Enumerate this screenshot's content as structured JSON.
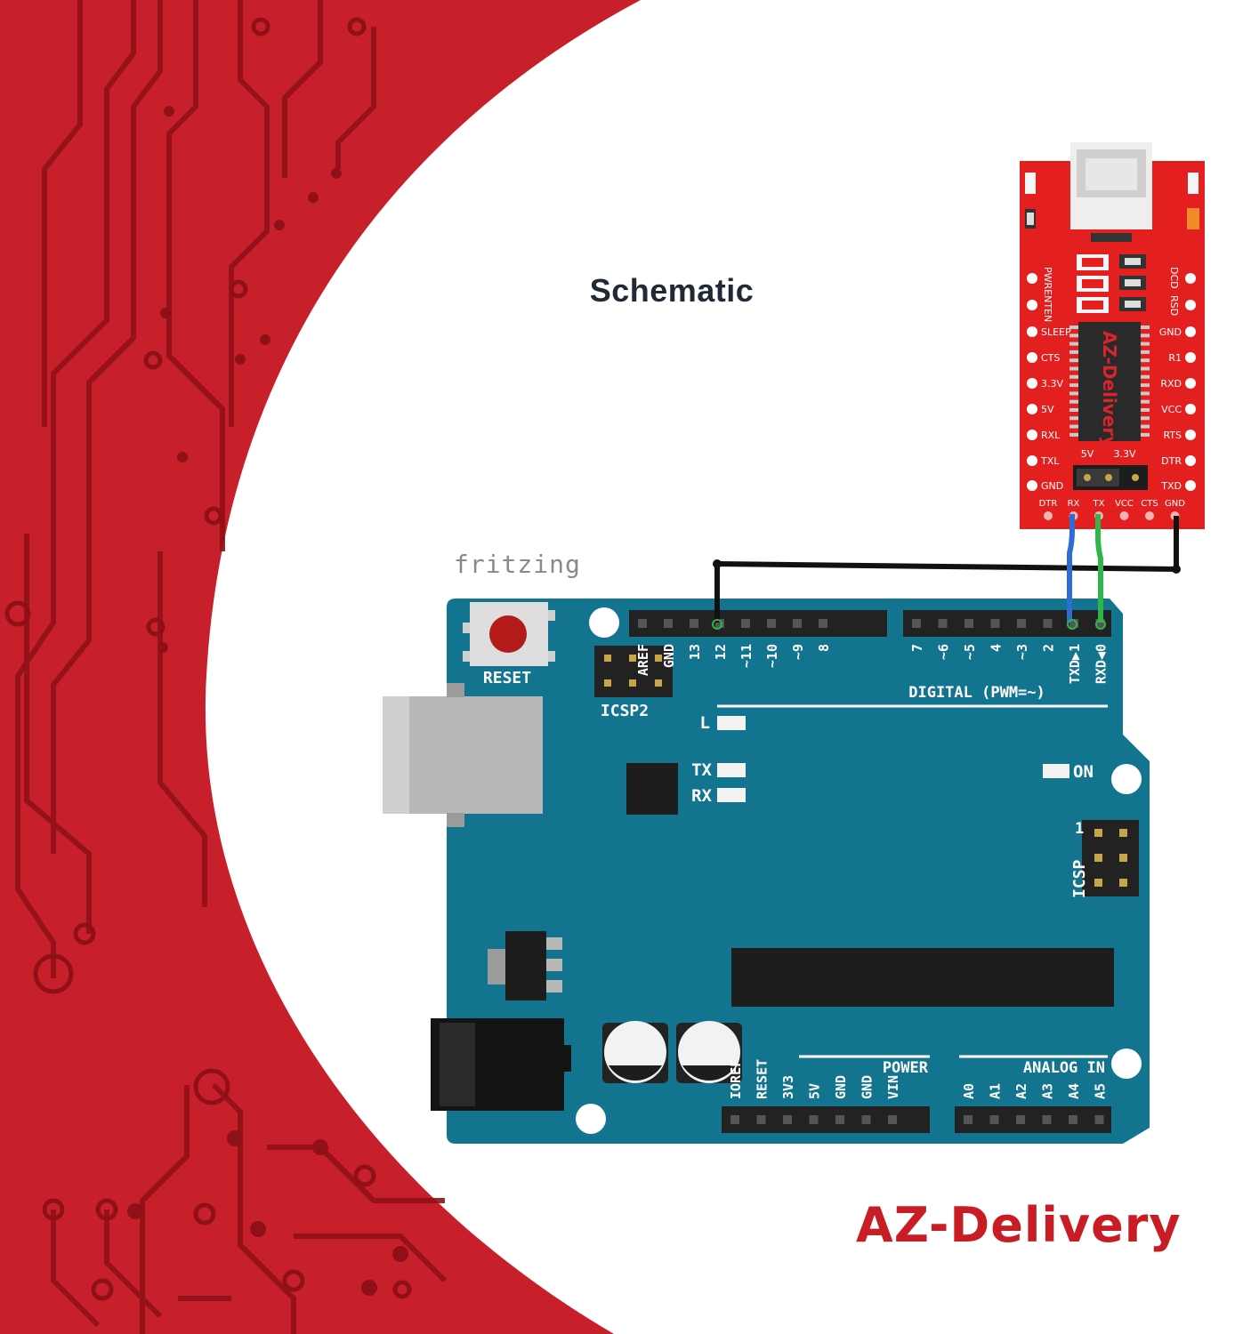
{
  "title": "Schematic",
  "fritzing": "fritzing",
  "logo_text": "AZ-Delivery",
  "colors": {
    "red": "#c8202a",
    "board": "#13748f",
    "module": "#e3201f",
    "wire_rx": "#2f6bd1",
    "wire_tx": "#2fb54a",
    "wire_gnd": "#111111"
  },
  "arduino": {
    "reset_label": "RESET",
    "icsp2_label": "ICSP2",
    "icsp_label": "ICSP",
    "icsp_pin1": "1",
    "led_l": "L",
    "led_tx": "TX",
    "led_rx": "RX",
    "led_on": "ON",
    "digital_label": "DIGITAL (PWM=~)",
    "power_label": "POWER",
    "analog_label": "ANALOG IN",
    "header_left_pins": [
      "AREF",
      "GND",
      "13",
      "12",
      "~11",
      "~10",
      "~9",
      "8"
    ],
    "header_right_pins": [
      "7",
      "~6",
      "~5",
      "4",
      "~3",
      "2",
      "TXD▶1",
      "RXD◀0"
    ],
    "power_pins": [
      "IOREF",
      "RESET",
      "3V3",
      "5V",
      "GND",
      "GND",
      "VIN"
    ],
    "analog_pins": [
      "A0",
      "A1",
      "A2",
      "A3",
      "A4",
      "A5"
    ]
  },
  "ftdi": {
    "chip_text": "AZ-Delivery",
    "left_labels": [
      "PWRENTEN",
      "SLEEP",
      "CTS",
      "3.3V",
      "5V",
      "RXL",
      "TXL",
      "GND"
    ],
    "right_labels": [
      "DCD",
      "RSD",
      "GND",
      "R1",
      "RXD",
      "VCC",
      "RTS",
      "DTR",
      "TXD"
    ],
    "jumper_5v": "5V",
    "jumper_33v": "3.3V",
    "bottom_labels": [
      "DTR",
      "RX",
      "TX",
      "VCC",
      "CTS",
      "GND"
    ]
  }
}
